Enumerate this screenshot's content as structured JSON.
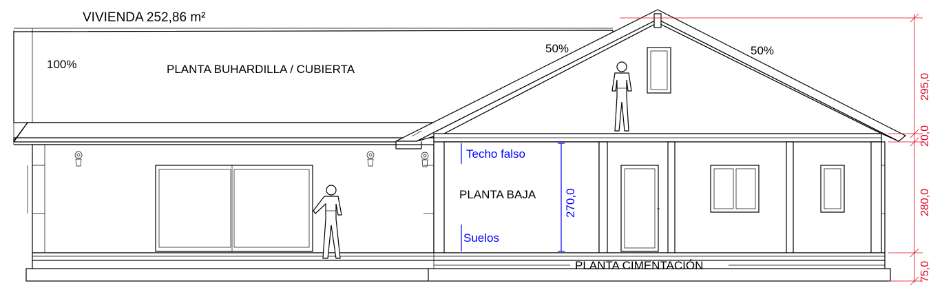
{
  "title": "VIVIENDA 252,86 m²",
  "slopes": {
    "left_wing": "100%",
    "gable_left": "50%",
    "gable_right": "50%"
  },
  "levels": {
    "attic": "PLANTA BUHARDILLA / CUBIERTA",
    "ground": "PLANTA BAJA",
    "foundation": "PLANTA CIMENTACIÓN"
  },
  "annotations": {
    "ceiling": "Techo falso",
    "floor": "Suelos",
    "height": "270,0"
  },
  "dimensions": [
    "295,0",
    "20,0",
    "280,0",
    "75,0"
  ],
  "colors": {
    "annotation": "#0000ff",
    "dimension": "#e0001b",
    "line": "#000000"
  }
}
